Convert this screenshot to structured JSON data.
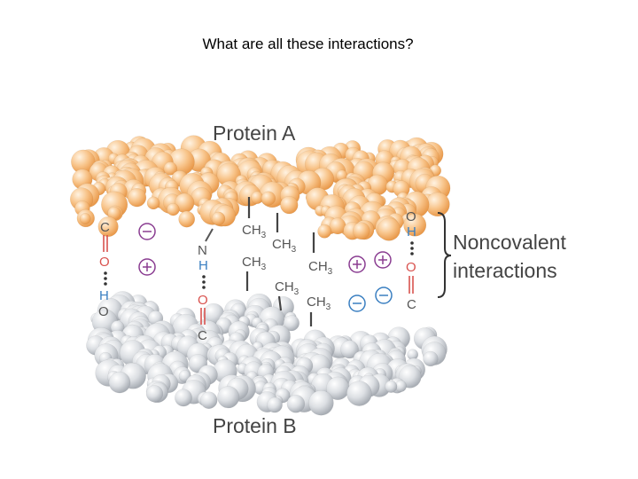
{
  "slide": {
    "title": "What are all these interactions?"
  },
  "figure": {
    "protein_a_label": "Protein A",
    "protein_b_label": "Protein B",
    "bracket_label_line1": "Noncovalent",
    "bracket_label_line2": "interactions",
    "colors": {
      "protein_a": "#f6b877",
      "protein_a_highlight": "#fde4c4",
      "protein_b": "#c9cdd3",
      "protein_b_highlight": "#f4f5f7",
      "atom_dark": "#555555",
      "atom_red": "#d9534f",
      "atom_blue": "#3a7fc1",
      "charge": "#8a3d91"
    },
    "groups": {
      "left_pair": {
        "c_top": "C",
        "o_top": "O",
        "h_bottom": "H",
        "o_bottom": "O"
      },
      "middle_pair": {
        "n_top": "N",
        "h_top": "H",
        "o_bottom": "O",
        "c_bottom": "C"
      },
      "right_pair": {
        "o_top": "O",
        "h_top": "H",
        "o_bottom": "O",
        "c_bottom": "C"
      },
      "methyls": {
        "ch": "CH",
        "sub": "3"
      },
      "charges": {
        "minus": "−",
        "plus": "+"
      }
    }
  }
}
